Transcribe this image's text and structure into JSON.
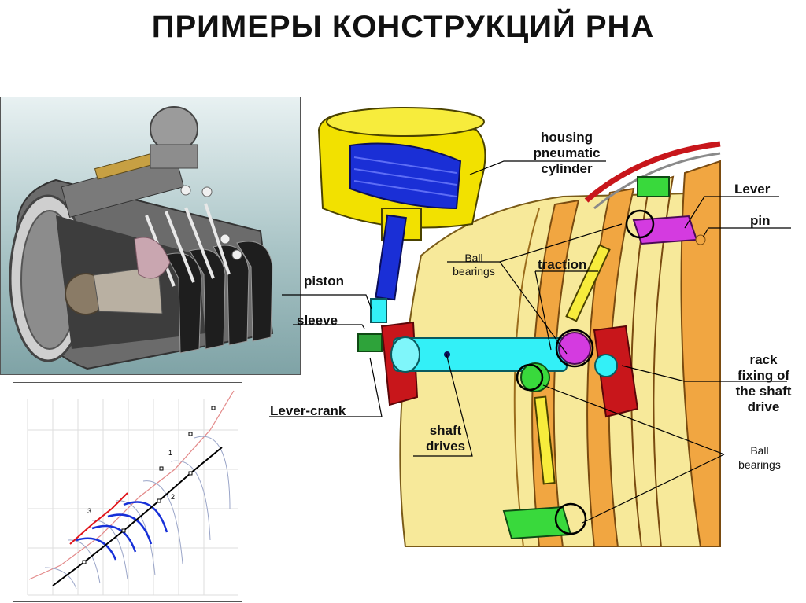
{
  "slide": {
    "title": "ПРИМЕРЫ КОНСТРУКЦИЙ РНА"
  },
  "labels": {
    "housing": "housing",
    "pneumatic": "pneumatic",
    "cylinder": "cylinder",
    "lever": "Lever",
    "pin": "pin",
    "ball_top_1": "Ball",
    "ball_top_2": "bearings",
    "traction": "traction",
    "piston": "piston",
    "sleeve": "sleeve",
    "lever_crank": "Lever-crank",
    "shaft": "shaft",
    "drives": "drives",
    "rack": "rack",
    "fixing_of": "fixing of",
    "the_shaft": "the shaft",
    "drive": "drive",
    "ball_right_1": "Ball",
    "ball_right_2": "bearings"
  },
  "chart_labels": {
    "curve_1": "1",
    "curve_2": "2",
    "curve_3": "3"
  },
  "colors": {
    "housing": "#f2e100",
    "piston_blue": "#1a2fd6",
    "shaft_cyan": "#33f0f7",
    "rack_red": "#c8161b",
    "ring_yellow": "#f7e99a",
    "ring_orange": "#f1a641",
    "lever_magenta": "#d43be0",
    "lever_green": "#39d93c"
  }
}
